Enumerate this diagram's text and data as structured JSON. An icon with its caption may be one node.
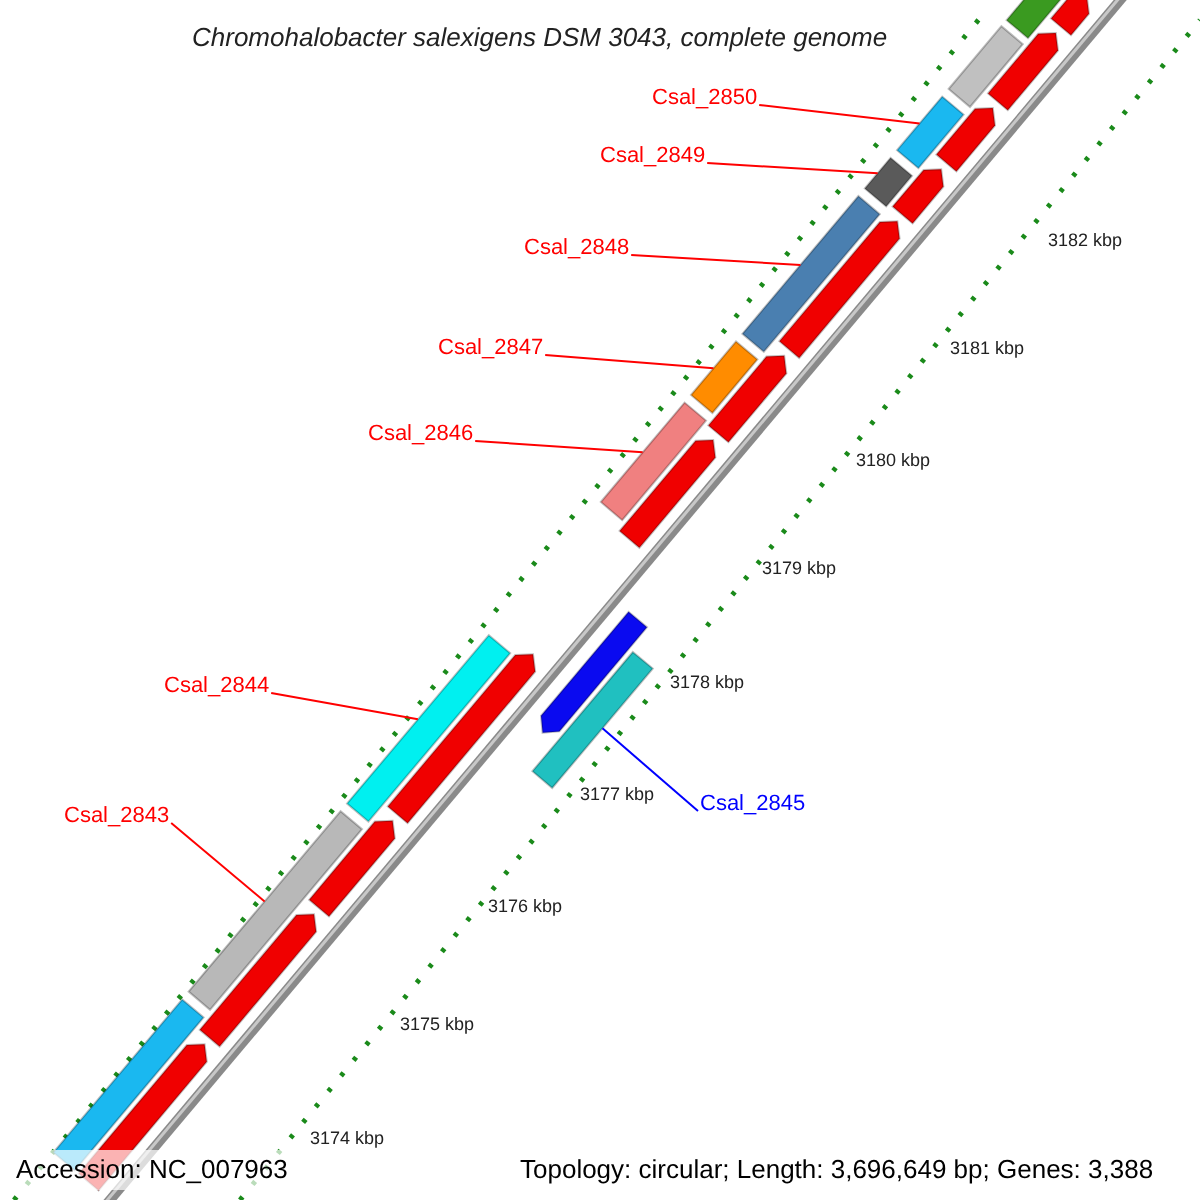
{
  "diagram": {
    "title": "Chromohalobacter salexigens DSM 3043, complete genome",
    "nodes": [
      {
        "text": [
          "Csal_2850"
        ]
      },
      {
        "text": [
          "Csal_2849"
        ]
      },
      {
        "text": [
          "Csal_2848"
        ]
      },
      {
        "text": [
          "Csal_2847"
        ]
      },
      {
        "text": [
          "Csal_2846"
        ]
      },
      {
        "text": [
          "Csal_2844"
        ]
      },
      {
        "text": [
          "Csal_2845"
        ]
      },
      {
        "text": [
          "Csal_2843"
        ]
      },
      {
        "text": [],
        "shape": "bar"
      },
      {
        "text": [],
        "shape": "bar"
      },
      {
        "text": [],
        "shape": "bar"
      },
      {
        "text": [],
        "shape": "bar"
      },
      {
        "text": [],
        "shape": "bar"
      },
      {
        "text": [],
        "shape": "bar"
      },
      {
        "text": [],
        "shape": "bar"
      },
      {
        "text": [],
        "shape": "bar"
      },
      {
        "text": [],
        "shape": "bar"
      },
      {
        "text": [],
        "shape": "bar"
      },
      {
        "text": [],
        "shape": "bar"
      },
      {
        "text": [],
        "shape": "bar"
      },
      {
        "text": [],
        "shape": "bar"
      },
      {
        "text": [],
        "shape": "bar"
      },
      {
        "text": [],
        "shape": "bar"
      },
      {
        "text": [],
        "shape": "bar"
      },
      {
        "text": [],
        "shape": "bar"
      },
      {
        "text": [],
        "shape": "bar"
      },
      {
        "text": [],
        "shape": "bar"
      },
      {
        "text": [],
        "shape": "bar"
      },
      {
        "text": [],
        "shape": "bar"
      },
      {
        "text": [],
        "shape": "bar"
      },
      {
        "text": [],
        "shape": "bar"
      }
    ],
    "edges": [
      {
        "from": 0,
        "to": 8,
        "arrow": "none"
      },
      {
        "from": 1,
        "to": 9,
        "arrow": "none"
      },
      {
        "from": 2,
        "to": 10,
        "arrow": "none"
      },
      {
        "from": 3,
        "to": 11,
        "arrow": "none"
      },
      {
        "from": 4,
        "to": 12,
        "arrow": "none"
      },
      {
        "from": 5,
        "to": 14,
        "arrow": "none"
      },
      {
        "from": 6,
        "to": 13,
        "arrow": "none",
        "color": "#0000ff"
      },
      {
        "from": 7,
        "to": 15,
        "arrow": "none"
      }
    ],
    "labels": [
      "3182 kbp",
      "3181 kbp",
      "3180 kbp",
      "3179 kbp",
      "3178 kbp",
      "3177 kbp",
      "3176 kbp",
      "3175 kbp",
      "3174 kbp",
      "Accession: NC_007963",
      "Topology: circular; Length: 3,696,649 bp; Genes: 3,388"
    ]
  }
}
